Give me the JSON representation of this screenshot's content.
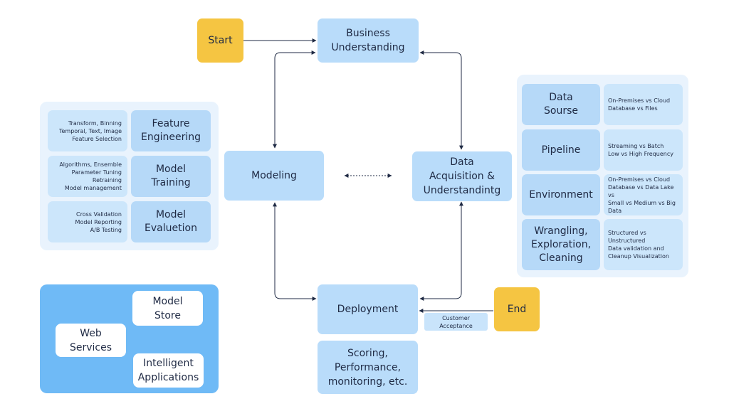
{
  "start": "Start",
  "end": "End",
  "business": "Business\nUnderstanding",
  "modeling": "Modeling",
  "acquisition": "Data\nAcquisition &\nUnderstandintg",
  "deployment": "Deployment",
  "scoring": "Scoring,\nPerformance,\nmonitoring, etc.",
  "customer_acceptance": "Customer\nAcceptance",
  "modeling_panel": [
    {
      "title": "Feature\nEngineering",
      "desc": "Transform, Binning\nTemporal, Text, Image\nFeature Selection"
    },
    {
      "title": "Model\nTraining",
      "desc": "Algorithms, Ensemble\nParameter Tuning\nRetraining\nModel management"
    },
    {
      "title": "Model\nEvaluetion",
      "desc": "Cross Validation\nModel Reporting\nA/B Testing"
    }
  ],
  "data_panel": [
    {
      "title": "Data\nSourse",
      "desc": "On-Premises vs Cloud\nDatabase vs Files"
    },
    {
      "title": "Pipeline",
      "desc": "Streaming vs Batch\nLow vs High Frequency"
    },
    {
      "title": "Environment",
      "desc": "On-Premises vs Cloud\nDatabase vs Data Lake vs\nSmall vs Medium vs Big\nData"
    },
    {
      "title": "Wrangling,\nExploration,\nCleaning",
      "desc": "Structured vs\nUnstructured\nData validation and\nCleanup Visualization"
    }
  ],
  "deploy_panel": {
    "model_store": "Model\nStore",
    "web_services": "Web\nServices",
    "intelligent_apps": "Intelligent\nApplications"
  }
}
